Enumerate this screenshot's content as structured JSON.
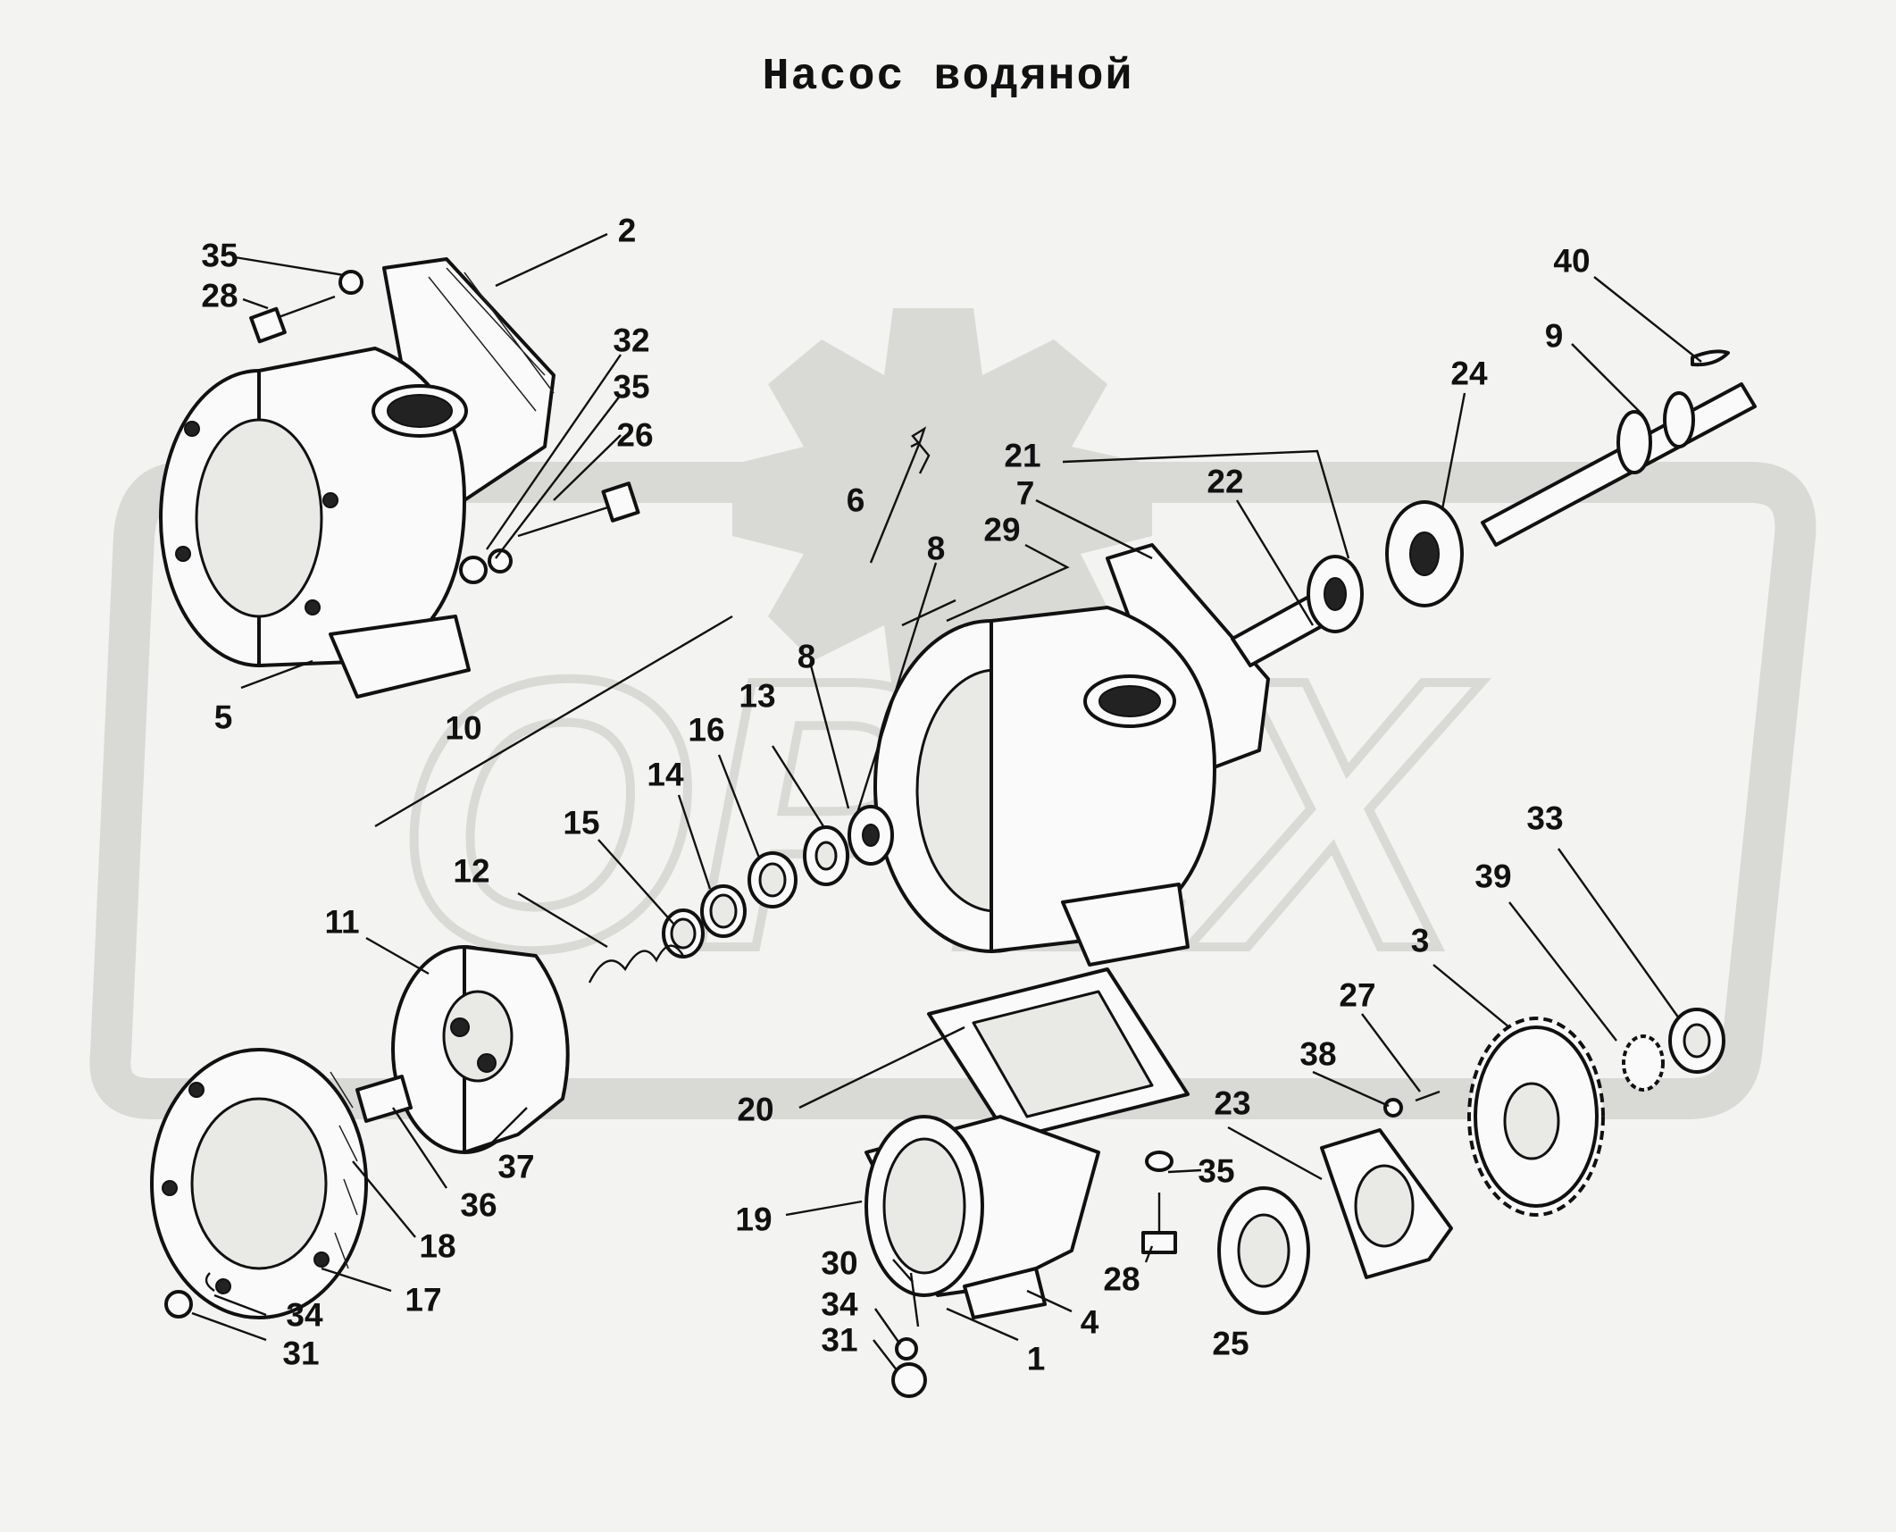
{
  "title": "Насос водяной",
  "watermark_text": "OPEX",
  "colors": {
    "background": "#f3f3f1",
    "ink": "#111111",
    "watermark": "#d6d6d4"
  },
  "part_labels": [
    "2",
    "35",
    "28",
    "32",
    "35",
    "26",
    "5",
    "40",
    "9",
    "24",
    "21",
    "22",
    "7",
    "6",
    "29",
    "8",
    "8",
    "13",
    "16",
    "14",
    "10",
    "15",
    "12",
    "11",
    "37",
    "36",
    "18",
    "17",
    "34",
    "31",
    "20",
    "19",
    "30",
    "34",
    "31",
    "1",
    "4",
    "35",
    "28",
    "25",
    "23",
    "38",
    "27",
    "3",
    "39",
    "33"
  ]
}
